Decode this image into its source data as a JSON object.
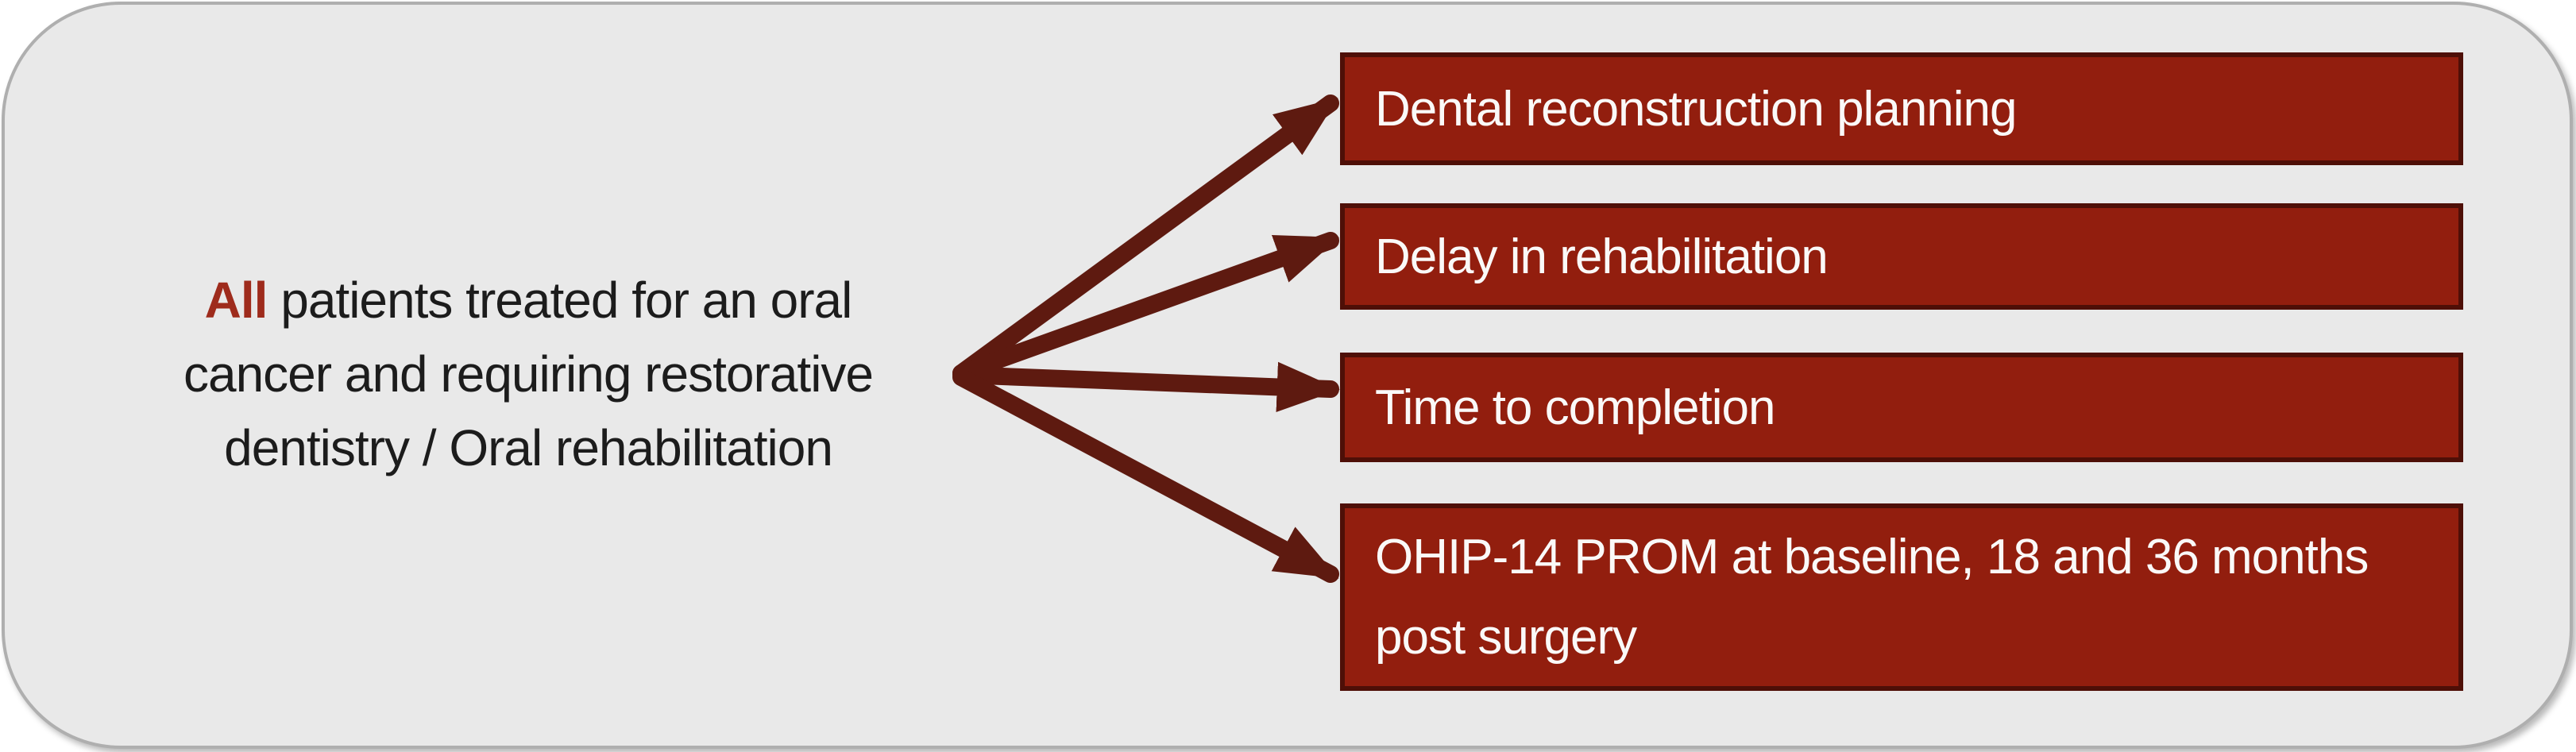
{
  "diagram": {
    "population": {
      "highlight": "All",
      "line1_rest": " patients treated for an oral",
      "line2": "cancer and requiring restorative",
      "line3": "dentistry / Oral rehabilitation"
    },
    "outcomes": [
      "Dental reconstruction planning",
      "Delay in rehabilitation",
      "Time to completion",
      "OHIP-14 PROM at baseline, 18 and 36 months post surgery"
    ],
    "colors": {
      "canvas_bg": "#E9E9E9",
      "canvas_border": "#AFAFAF",
      "box_fill": "#921E0E",
      "box_border": "#4E0F07",
      "box_text": "#FAF9F8",
      "arrow": "#5E1A10",
      "highlight": "#9E2B1C",
      "body_text": "#1C1C1C"
    }
  }
}
